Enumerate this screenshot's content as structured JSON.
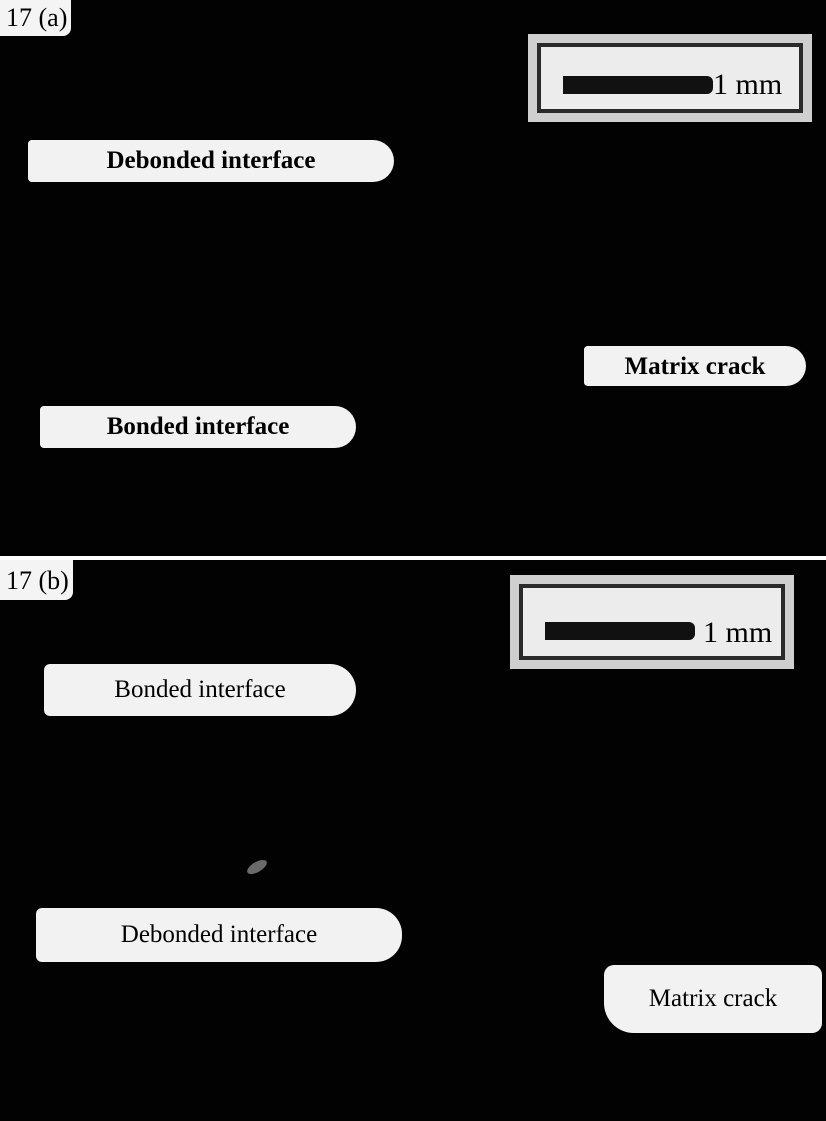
{
  "panel_a": {
    "label": "17 (a)",
    "scale_bar": "1 mm",
    "callouts": {
      "debonded": "Debonded interface",
      "matrix": "Matrix crack",
      "bonded": "Bonded interface"
    }
  },
  "panel_b": {
    "label": "17 (b)",
    "scale_bar": "1 mm",
    "callouts": {
      "bonded": "Bonded interface",
      "debonded": "Debonded interface",
      "matrix": "Matrix crack"
    }
  }
}
